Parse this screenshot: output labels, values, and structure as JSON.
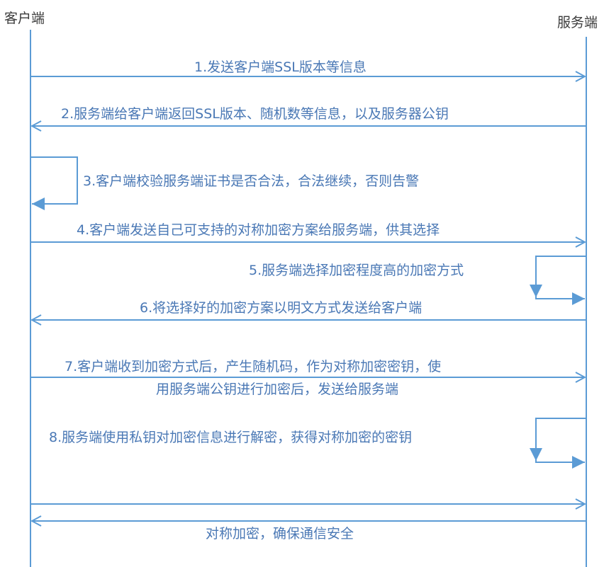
{
  "diagram": {
    "colors": {
      "line": "#5b9bd5",
      "text": "#4a78b5",
      "actor_text": "#3b3b3b"
    },
    "actors": {
      "client": "客户端",
      "server": "服务端"
    },
    "messages": [
      {
        "id": "m1",
        "text": [
          "1.发送客户端SSL版本等信息"
        ],
        "from": "client",
        "to": "server"
      },
      {
        "id": "m2",
        "text": [
          "2.服务端给客户端返回SSL版本、随机数等信息，以及服务器公钥"
        ],
        "from": "server",
        "to": "client"
      },
      {
        "id": "m3",
        "text": [
          "3.客户端校验服务端证书是否合法，合法继续，否则告警"
        ],
        "from": "client",
        "to": "client"
      },
      {
        "id": "m4",
        "text": [
          "4.客户端发送自己可支持的对称加密方案给服务端，供其选择"
        ],
        "from": "client",
        "to": "server"
      },
      {
        "id": "m5",
        "text": [
          "5.服务端选择加密程度高的加密方式"
        ],
        "from": "server",
        "to": "server"
      },
      {
        "id": "m6",
        "text": [
          "6.将选择好的加密方案以明文方式发送给客户端"
        ],
        "from": "server",
        "to": "client"
      },
      {
        "id": "m7",
        "text": [
          "7.客户端收到加密方式后，产生随机码，作为对称加密密钥，使",
          "用服务端公钥进行加密后，发送给服务端"
        ],
        "from": "client",
        "to": "server"
      },
      {
        "id": "m8",
        "text": [
          "8.服务端使用私钥对加密信息进行解密，获得对称加密的密钥"
        ],
        "from": "server",
        "to": "server"
      },
      {
        "id": "m9",
        "text": [],
        "from": "client",
        "to": "server"
      },
      {
        "id": "m10",
        "text": [
          "对称加密，确保通信安全"
        ],
        "from": "server",
        "to": "client"
      }
    ]
  }
}
